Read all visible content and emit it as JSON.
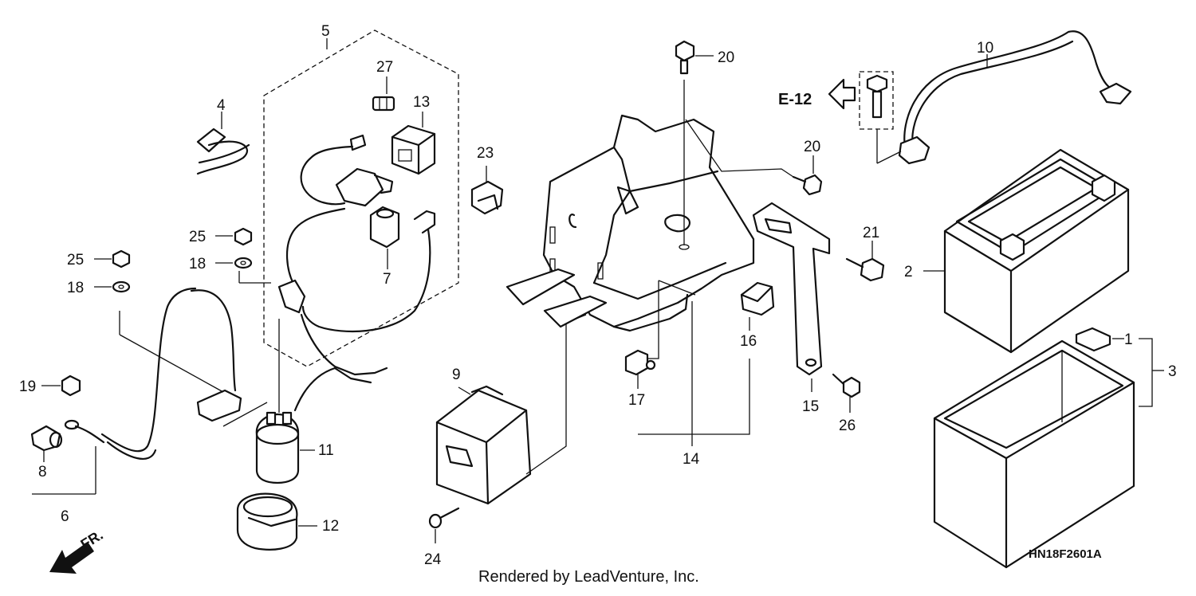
{
  "callouts": [
    {
      "id": "1",
      "text": "1"
    },
    {
      "id": "2",
      "text": "2"
    },
    {
      "id": "3",
      "text": "3"
    },
    {
      "id": "4",
      "text": "4"
    },
    {
      "id": "5",
      "text": "5"
    },
    {
      "id": "6",
      "text": "6"
    },
    {
      "id": "7",
      "text": "7"
    },
    {
      "id": "8",
      "text": "8"
    },
    {
      "id": "9",
      "text": "9"
    },
    {
      "id": "10",
      "text": "10"
    },
    {
      "id": "11",
      "text": "11"
    },
    {
      "id": "12",
      "text": "12"
    },
    {
      "id": "13",
      "text": "13"
    },
    {
      "id": "14",
      "text": "14"
    },
    {
      "id": "15",
      "text": "15"
    },
    {
      "id": "16",
      "text": "16"
    },
    {
      "id": "17",
      "text": "17"
    },
    {
      "id": "18a",
      "text": "18"
    },
    {
      "id": "18b",
      "text": "18"
    },
    {
      "id": "19",
      "text": "19"
    },
    {
      "id": "20a",
      "text": "20"
    },
    {
      "id": "20b",
      "text": "20"
    },
    {
      "id": "21",
      "text": "21"
    },
    {
      "id": "23",
      "text": "23"
    },
    {
      "id": "24",
      "text": "24"
    },
    {
      "id": "25a",
      "text": "25"
    },
    {
      "id": "25b",
      "text": "25"
    },
    {
      "id": "26",
      "text": "26"
    },
    {
      "id": "27",
      "text": "27"
    }
  ],
  "reference": "E-12",
  "direction": "FR.",
  "diagram_code": "HN18F2601A",
  "credit": "Rendered by LeadVenture, Inc."
}
